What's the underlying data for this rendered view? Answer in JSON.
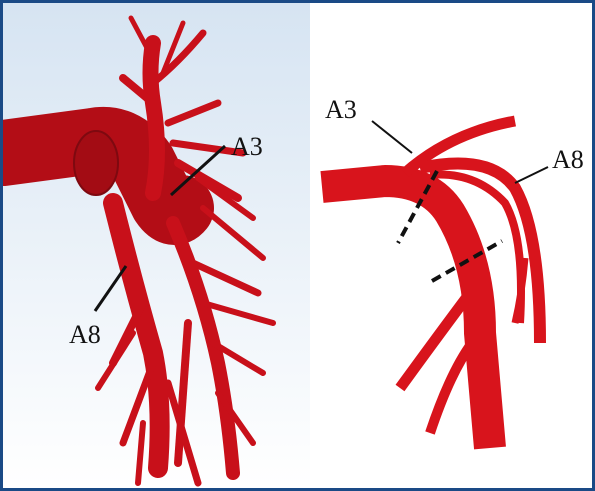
{
  "figure": {
    "border_color": "#1a4a86",
    "vessel_color": "#d8141c",
    "render_color": "#c8101a",
    "left_background_top": "#d6e4f2",
    "left_background_bottom": "#ffffff"
  },
  "left_panel": {
    "label_a3": "A3",
    "label_a8": "A8"
  },
  "right_panel": {
    "label_a3": "A3",
    "label_a8": "A8"
  }
}
